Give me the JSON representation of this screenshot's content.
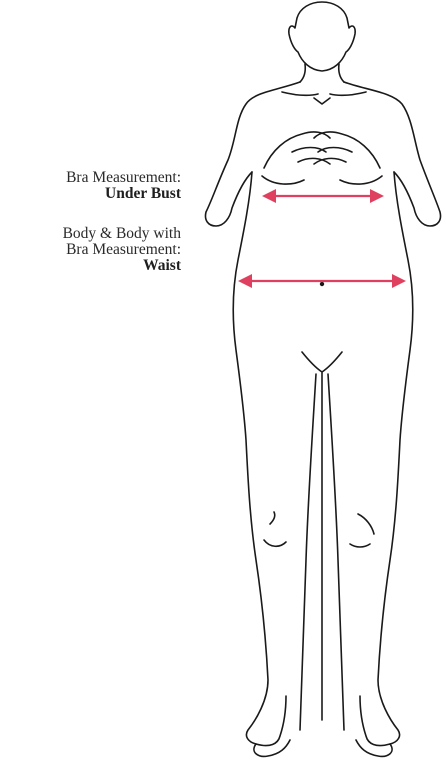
{
  "labels": {
    "under_bust": {
      "line1": "Bra Measurement:",
      "emphasis": "Under Bust"
    },
    "waist": {
      "line1": "Body & Body with",
      "line2": "Bra Measurement:",
      "emphasis": "Waist"
    }
  },
  "colors": {
    "arrow": "#e0405f",
    "outline": "#1a1a1a",
    "text": "#2a2a2a"
  },
  "icons": {
    "figure": "body-outline-illustration",
    "under_bust_arrow": "double-headed-arrow",
    "waist_arrow": "double-headed-arrow"
  }
}
